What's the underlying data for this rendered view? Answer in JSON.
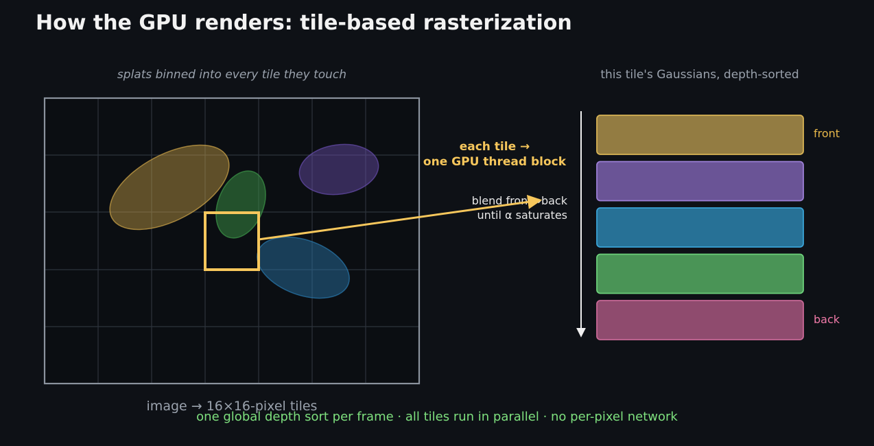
{
  "title": "How the GPU renders: tile-based rasterization",
  "left_panel": {
    "caption": "splats binned into every tile they touch",
    "footer": "image → 16×16-pixel tiles"
  },
  "right_panel": {
    "caption": "this tile's Gaussians, depth-sorted",
    "front_label": "front",
    "back_label": "back"
  },
  "callout": {
    "line1": "each tile →",
    "line2": "one GPU thread block",
    "blend_line1": "blend front→back",
    "blend_line2": "until α saturates"
  },
  "bottom_note": "one global depth sort per frame · all tiles run in parallel · no per-pixel network",
  "colors": {
    "background": "#0e1116",
    "accent": "#f7c75c",
    "note": "#7ee07e",
    "back_label": "#f07aa8",
    "front_label": "#e8b84a",
    "grid": "#2e343c",
    "frame": "#8b939e",
    "muted_text": "#9aa2ad"
  },
  "splats": [
    {
      "color": "#d4a94a"
    },
    {
      "color": "#3f9a4a"
    },
    {
      "color": "#6a4fb0"
    },
    {
      "color": "#2a7bb0"
    }
  ],
  "depth_stack": [
    {
      "color": "#937c42",
      "stroke": "#d9b455"
    },
    {
      "color": "#6a5496",
      "stroke": "#9c7fd6"
    },
    {
      "color": "#277196",
      "stroke": "#3aa3d6"
    },
    {
      "color": "#4a9456",
      "stroke": "#6cd07a"
    },
    {
      "color": "#8f4b6e",
      "stroke": "#c86896"
    }
  ]
}
